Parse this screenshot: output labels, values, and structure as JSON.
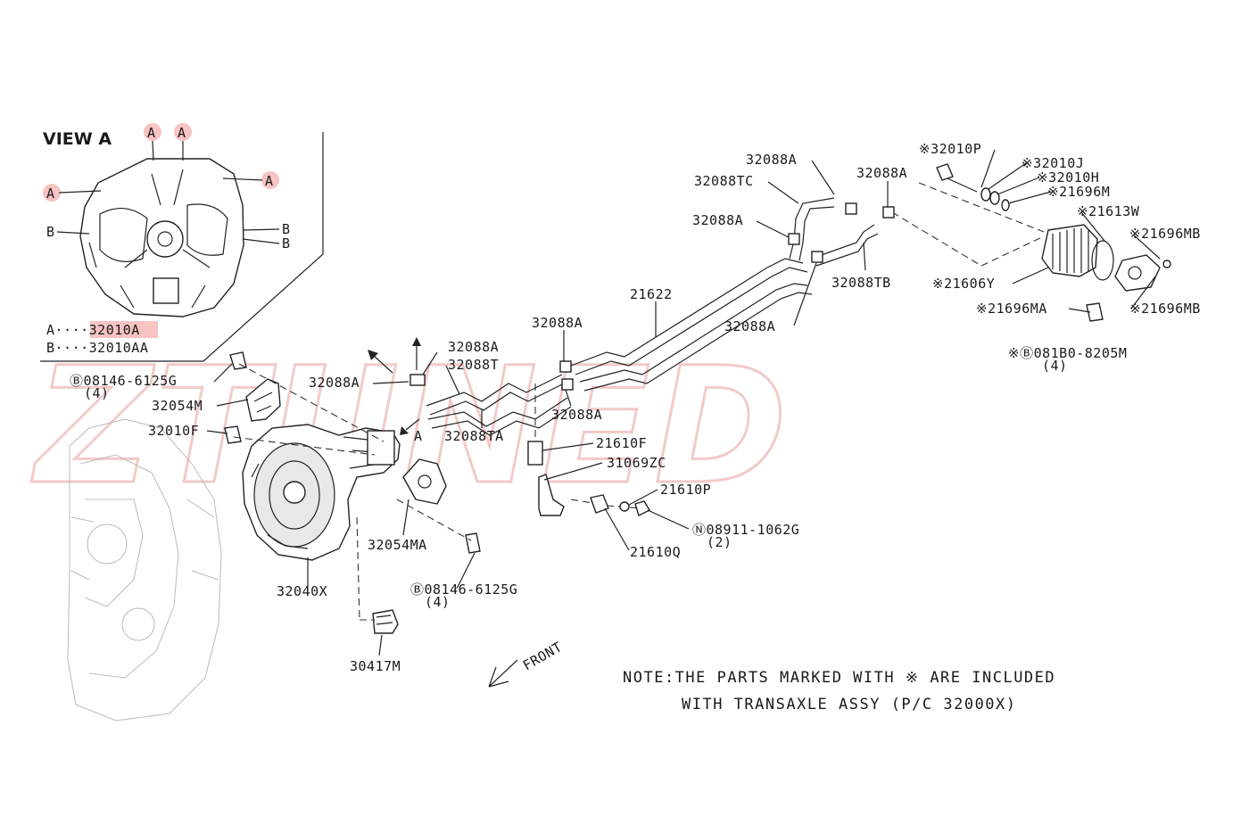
{
  "watermark": "ZTUNED",
  "view_a": {
    "title": "VIEW A",
    "markers": {
      "a": "A",
      "b": "B"
    },
    "legend": [
      {
        "key": "A",
        "dots": "····",
        "part": "32010A",
        "highlight": true
      },
      {
        "key": "B",
        "dots": "····",
        "part": "32010AA",
        "highlight": false
      }
    ]
  },
  "labels": {
    "p32010P": "※32010P",
    "p32010J": "※32010J",
    "p32010H": "※32010H",
    "p21696M": "※21696M",
    "p21613W": "※21613W",
    "p21696MB_a": "※21696MB",
    "p21606Y": "※21606Y",
    "p21696MA": "※21696MA",
    "p21696MB_b": "※21696MB",
    "p081B0": "※Ⓑ081B0-8205M",
    "p081B0_qty": "(4)",
    "p32088A_1": "32088A",
    "p32088TC": "32088TC",
    "p32088A_2": "32088A",
    "p32088A_3": "32088A",
    "p32088TB": "32088TB",
    "p21622": "21622",
    "p32088A_4": "32088A",
    "p32088A_5": "32088A",
    "p32088A_6": "32088A",
    "p32088BT": "32088T",
    "p32088A_7": "32088A",
    "p32088A_8": "32088A",
    "p32088TA": "32088TA",
    "arrow_a": "A",
    "p08146_1": "Ⓑ08146-6125G",
    "p08146_1_qty": "(4)",
    "p32054M": "32054M",
    "p32010F": "32010F",
    "p21610F": "21610F",
    "p31069ZC": "31069ZC",
    "p21610P": "21610P",
    "p08911": "Ⓝ08911-1062G",
    "p08911_qty": "(2)",
    "p21610Q": "21610Q",
    "p32054MA": "32054MA",
    "p08146_2": "Ⓑ08146-6125G",
    "p08146_2_qty": "(4)",
    "p32040X": "32040X",
    "p30417M": "30417M",
    "front": "FRONT"
  },
  "note": {
    "line1": "NOTE:THE PARTS MARKED WITH ※ ARE INCLUDED",
    "line2": "WITH TRANSAXLE ASSY (P/C 32000X)"
  },
  "colors": {
    "highlight": "#f6b9b9",
    "watermark": "#f3c9c9",
    "ink": "#1a1a1a"
  }
}
